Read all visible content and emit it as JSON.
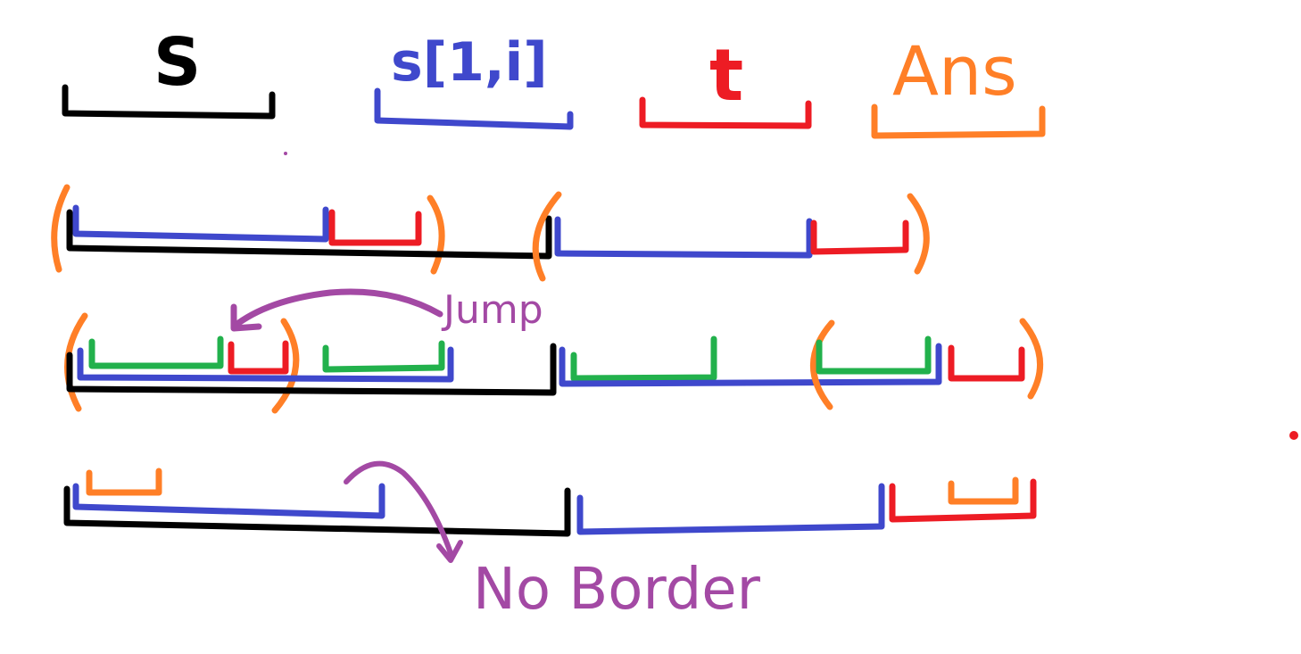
{
  "colors": {
    "black": "#000000",
    "blue": "#3f48cc",
    "red": "#ed1c24",
    "orange": "#ff7f27",
    "green": "#22b14c",
    "purple": "#a349a4",
    "background": "#ffffff"
  },
  "labels": {
    "s": "S",
    "s_prefix": "s[1,i]",
    "t": "t",
    "ans": "Ans",
    "jump": "Jump",
    "no_border": "No Border"
  }
}
